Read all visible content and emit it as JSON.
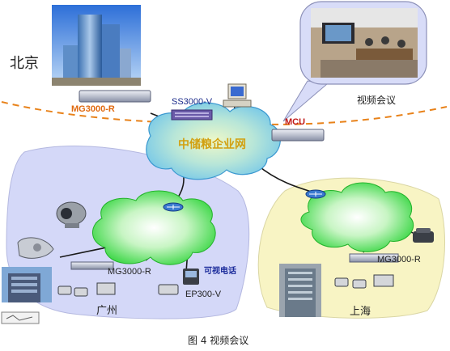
{
  "labels": {
    "beijing": "北京",
    "mg_beijing": "MG3000-R",
    "ss3000": "SS3000-V",
    "mcu": "MCU",
    "video_conf": "视频会议",
    "network": "中储粮企业网",
    "mg_guangzhou": "MG3000-R",
    "video_phone": "可视电话",
    "ep300": "EP300-V",
    "guangzhou": "广州",
    "mg_shanghai": "MG3000-R",
    "shanghai": "上海"
  },
  "caption": "图 4  视频会议",
  "colors": {
    "dashed_line": "#e8821a",
    "cloud_green": "#2fd83a",
    "cloud_core_blue": "#7fc8e8",
    "region_guangzhou": "#d4d8f8",
    "region_shanghai": "#f8f4c4",
    "link_line": "#1a1a1a",
    "mg_label_orange": "#e06a10",
    "mcu_label_red": "#c01818"
  }
}
